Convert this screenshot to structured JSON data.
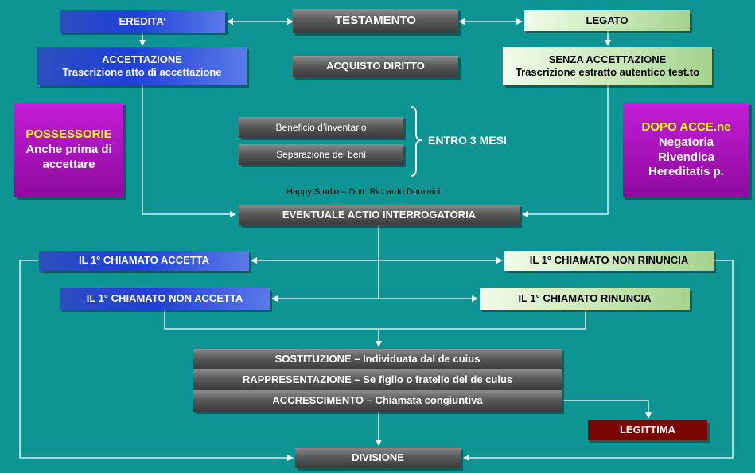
{
  "top": {
    "testamento": "TESTAMENTO",
    "eredita": "EREDITA’",
    "legato": "LEGATO"
  },
  "second": {
    "accettazione_title": "ACCETTAZIONE",
    "accettazione_sub": "Trascrizione atto di accettazione",
    "acquisto_diritto": "ACQUISTO DIRITTO",
    "senza_title": "SENZA ACCETTAZIONE",
    "senza_sub": "Trascrizione estratto autentico test.to"
  },
  "possessorie": {
    "title": "POSSESSORIE",
    "line1": "Anche prima di",
    "line2": "accettare"
  },
  "dopo": {
    "title": "DOPO ACCE.ne",
    "line1": "Negatoria",
    "line2": "Rivendica",
    "line3": "Hereditatis p."
  },
  "middle": {
    "beneficio": "Beneficio d’inventario",
    "separazione": "Separazione dei beni",
    "entro": "ENTRO 3 MESI",
    "credit": "Happy Studio – Dott. Riccardo Dominici",
    "actio": "EVENTUALE ACTIO INTERROGATORIA"
  },
  "chiamato": {
    "accetta": "IL 1° CHIAMATO ACCETTA",
    "non_rinuncia": "IL 1° CHIAMATO NON RINUNCIA",
    "non_accetta": "IL 1° CHIAMATO NON ACCETTA",
    "rinuncia": "IL 1° CHIAMATO RINUNCIA"
  },
  "lower": {
    "sostituzione": "SOSTITUZIONE – Individuata dal de cuius",
    "rappresentazione": "RAPPRESENTAZIONE – Se figlio o fratello del de cuius",
    "accrescimento": "ACCRESCIMENTO – Chiamata congiuntiva",
    "legittima": "LEGITTIMA",
    "divisione": "DIVISIONE"
  },
  "colors": {
    "background": "#0f9494",
    "blue_box": "#1f3fd8",
    "grey_box": "#5a5a5a",
    "green_box": "#c9e8b9",
    "magenta_box": "#b014c4",
    "yellow_text": "#ffff00",
    "red_box": "#7a0505"
  }
}
